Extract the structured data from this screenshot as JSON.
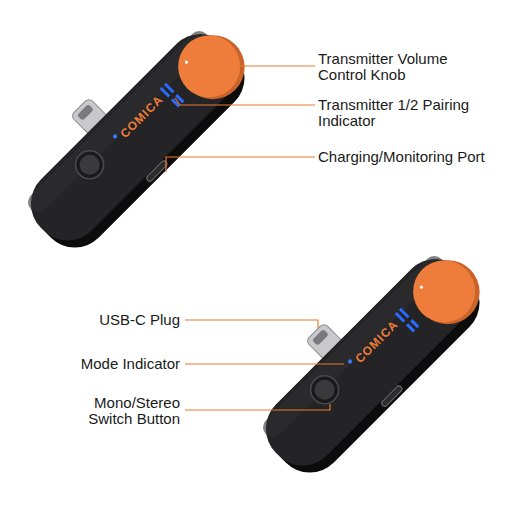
{
  "diagram": {
    "labels": [
      "Transmitter Volume Control Knob",
      "Transmitter 1/2 Pairing Indicator",
      "Charging/Monitoring Port",
      "COMICA",
      "USB-C Plug",
      "Mode Indicator",
      "Mono/Stereo Switch Button",
      "COMICA"
    ]
  }
}
